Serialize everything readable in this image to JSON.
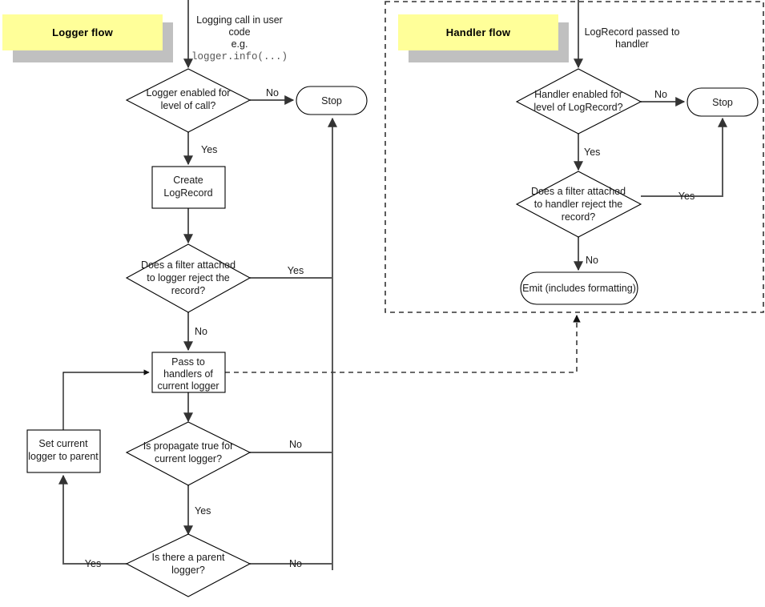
{
  "diagram": {
    "title": "Python logging flow",
    "colors": {
      "banner_fill": "#ffff99",
      "banner_shadow": "#c0c0c0",
      "node_stroke": "#000000",
      "edge_stroke": "#595959",
      "region_stroke": "#333333",
      "background": "#ffffff"
    }
  },
  "regions": [
    {
      "id": "logger-flow",
      "banner_label": "Logger flow",
      "dashed_border": false
    },
    {
      "id": "handler-flow",
      "banner_label": "Handler flow",
      "dashed_border": true
    }
  ],
  "logger_flow": {
    "entry_note_line1": "Logging call in user",
    "entry_note_line2": "code",
    "entry_note_line3": "e.g.",
    "entry_note_code": "logger.info(...)",
    "decision_level": {
      "line1": "Logger enabled for",
      "line2": "level of call?"
    },
    "stop_label": "Stop",
    "create_record": {
      "line1": "Create",
      "line2": "LogRecord"
    },
    "decision_filter": {
      "line1": "Does a filter attached",
      "line2": "to logger reject the",
      "line3": "record?"
    },
    "pass_to_handlers": {
      "line1": "Pass to",
      "line2": "handlers of",
      "line3": "current logger"
    },
    "decision_propagate": {
      "line1": "Is propagate true for",
      "line2": "current logger?"
    },
    "set_parent": {
      "line1": "Set current",
      "line2": "logger to parent"
    },
    "decision_parent": {
      "line1": "Is there a parent",
      "line2": "logger?"
    },
    "edge_labels": {
      "level_no": "No",
      "level_yes": "Yes",
      "filter_yes": "Yes",
      "filter_no": "No",
      "propagate_no": "No",
      "propagate_yes": "Yes",
      "parent_yes": "Yes",
      "parent_no": "No"
    }
  },
  "handler_flow": {
    "entry_note_line1": "LogRecord passed to",
    "entry_note_line2": "handler",
    "decision_level": {
      "line1": "Handler enabled for",
      "line2": "level of LogRecord?"
    },
    "stop_label": "Stop",
    "decision_filter": {
      "line1": "Does a filter attached",
      "line2": "to handler reject the",
      "line3": "record?"
    },
    "emit_label": "Emit (includes formatting)",
    "edge_labels": {
      "level_no": "No",
      "level_yes": "Yes",
      "filter_yes": "Yes",
      "filter_no": "No"
    }
  }
}
